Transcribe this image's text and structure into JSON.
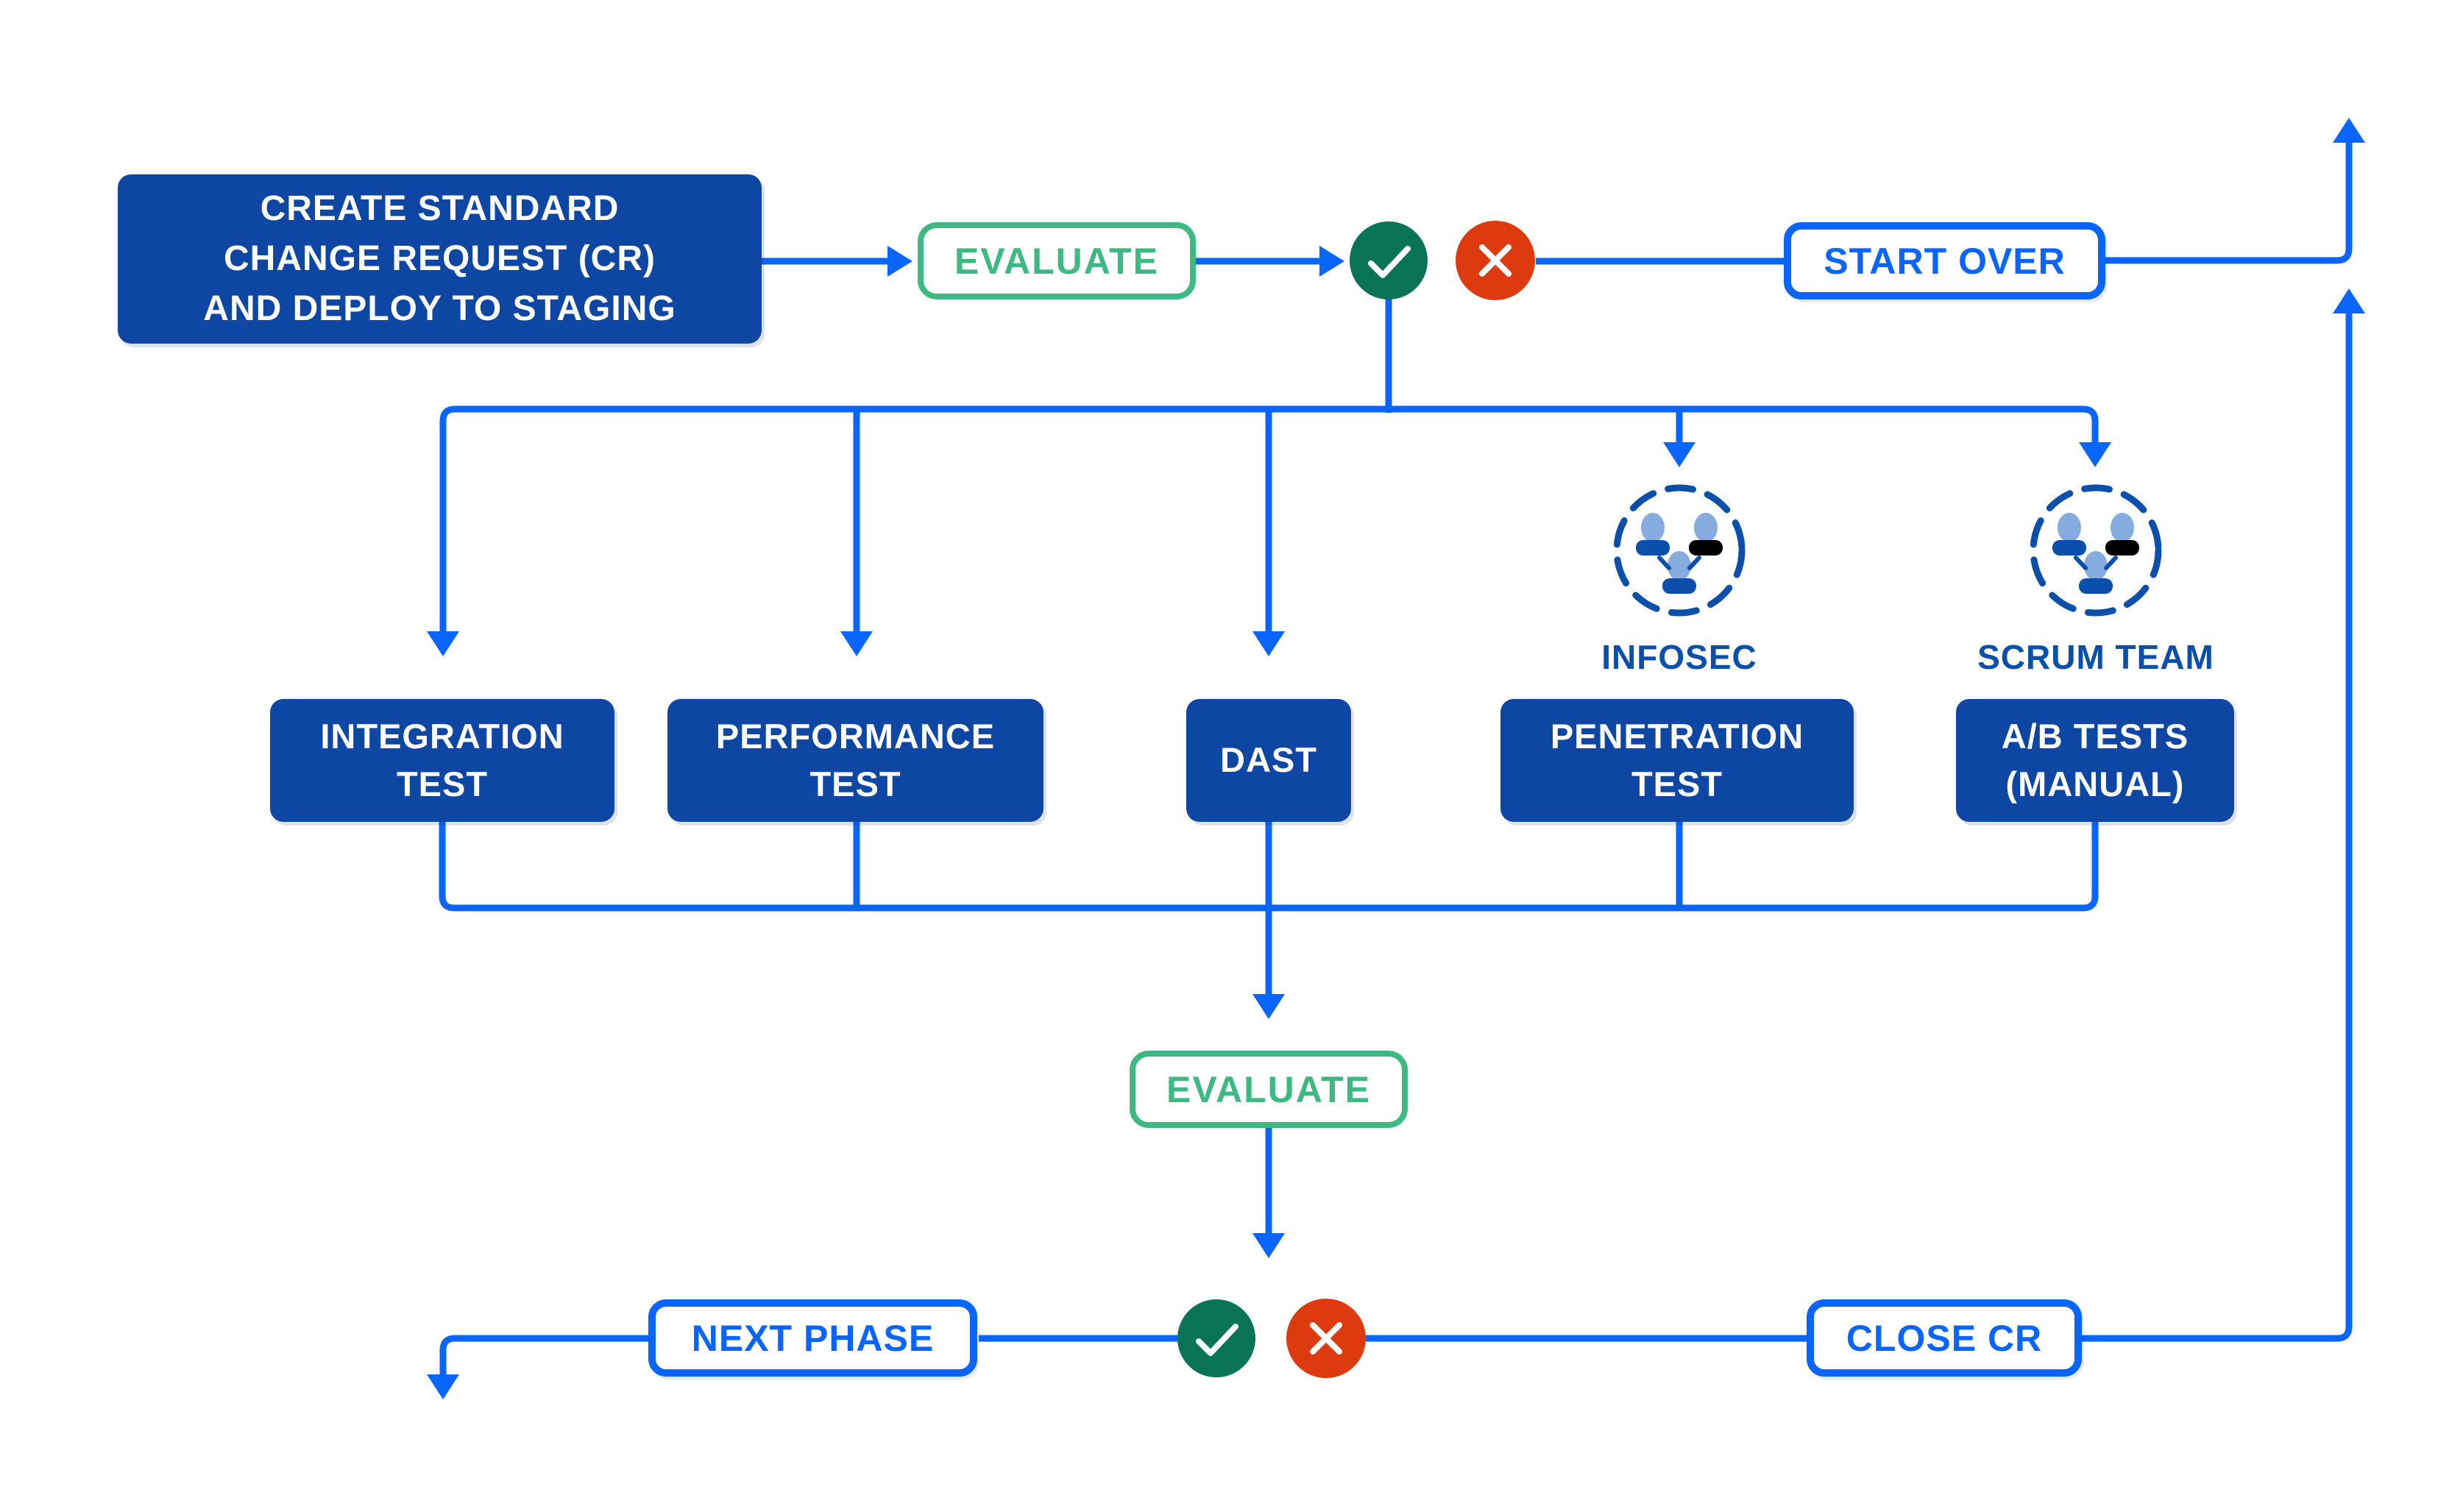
{
  "colors": {
    "connector_blue": "#0A65FF",
    "node_blue": "#0E46A3",
    "evaluate_green": "#3FB984",
    "pass_green": "#087355",
    "fail_red": "#DE3A10",
    "team_blue": "#0A4FAA",
    "team_head_blue": "#85ABDF",
    "node_text": "#FFFFFF",
    "background": "#FFFFFF"
  },
  "nodes": {
    "create_cr": {
      "lines": [
        "CREATE STANDARD",
        "CHANGE REQUEST (CR)",
        "AND DEPLOY TO STAGING"
      ]
    },
    "evaluate_top": {
      "label": "EVALUATE"
    },
    "start_over": {
      "label": "START OVER"
    },
    "integration_test": {
      "lines": [
        "INTEGRATION",
        "TEST"
      ]
    },
    "performance_test": {
      "lines": [
        "PERFORMANCE",
        "TEST"
      ]
    },
    "dast": {
      "label": "DAST"
    },
    "penetration_test": {
      "lines": [
        "PENETRATION",
        "TEST"
      ]
    },
    "ab_tests": {
      "lines": [
        "A/B TESTS",
        "(MANUAL)"
      ]
    },
    "infosec": {
      "label": "INFOSEC"
    },
    "scrum_team": {
      "label": "SCRUM TEAM"
    },
    "evaluate_bottom": {
      "label": "EVALUATE"
    },
    "next_phase": {
      "label": "NEXT PHASE"
    },
    "close_cr": {
      "label": "CLOSE CR"
    }
  },
  "indicators": {
    "pass": "check",
    "fail": "cross"
  }
}
